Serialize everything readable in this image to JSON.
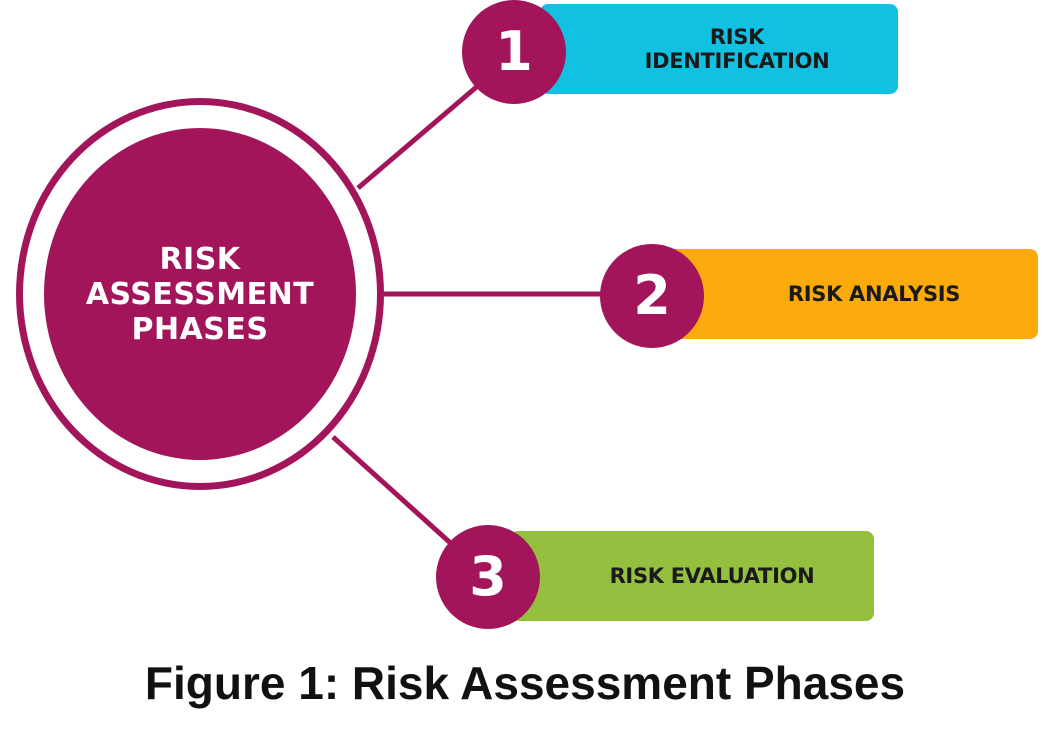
{
  "diagram": {
    "center_label": "RISK\nASSESSMENT\nPHASES",
    "colors": {
      "primary": "#a3155a",
      "phase1": "#12c0e2",
      "phase2": "#fbaa0c",
      "phase3": "#95bf3e"
    },
    "phases": [
      {
        "number": "1",
        "label": "RISK\nIDENTIFICATION"
      },
      {
        "number": "2",
        "label": "RISK ANALYSIS"
      },
      {
        "number": "3",
        "label": "RISK EVALUATION"
      }
    ]
  },
  "caption": "Figure 1: Risk Assessment Phases"
}
